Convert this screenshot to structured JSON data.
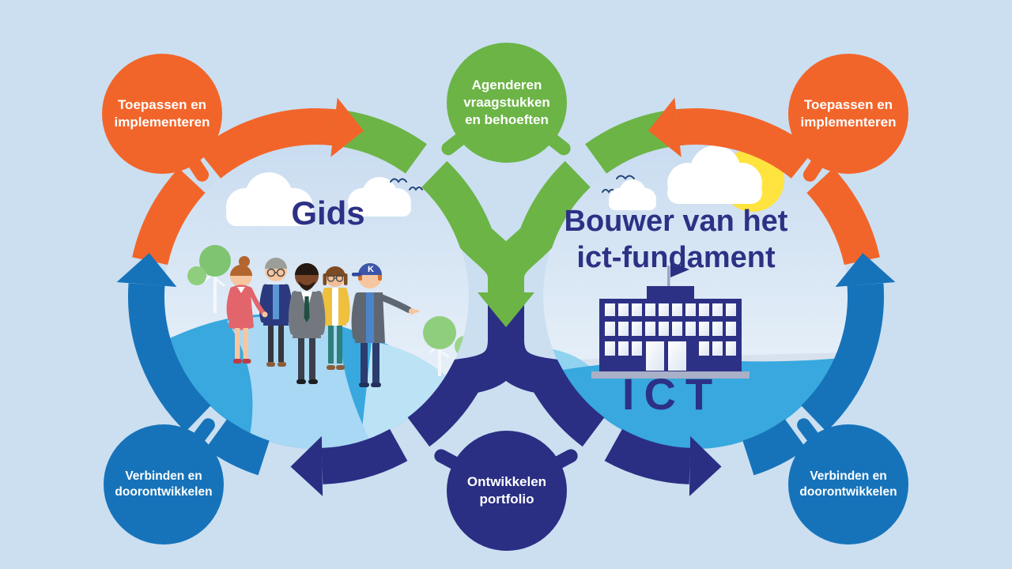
{
  "colors": {
    "bg": "#CBDFF1",
    "orange": "#F2652A",
    "green": "#6CB446",
    "blue": "#1673BA",
    "navy": "#2A2F84",
    "text": "#2D3185",
    "hill": "#38A8DF",
    "hill_light": "#A8D8F3",
    "sun": "#FFE33F"
  },
  "satellites": {
    "top_left": {
      "lines": [
        "Toepassen en",
        "implementeren"
      ]
    },
    "top_center": {
      "lines": [
        "Agenderen",
        "vraagstukken",
        "en behoeften"
      ]
    },
    "top_right": {
      "lines": [
        "Toepassen en",
        "implementeren"
      ]
    },
    "bottom_left": {
      "lines": [
        "Verbinden en",
        "doorontwikkelen"
      ]
    },
    "bottom_center": {
      "lines": [
        "Ontwikkelen",
        "portfolio"
      ]
    },
    "bottom_right": {
      "lines": [
        "Verbinden en",
        "doorontwikkelen"
      ]
    }
  },
  "left_circle": {
    "title": "Gids",
    "cap_letter": "K"
  },
  "right_circle": {
    "title_lines": [
      "Bouwer van het",
      "ict-fundament"
    ],
    "building_label": "ICT"
  }
}
